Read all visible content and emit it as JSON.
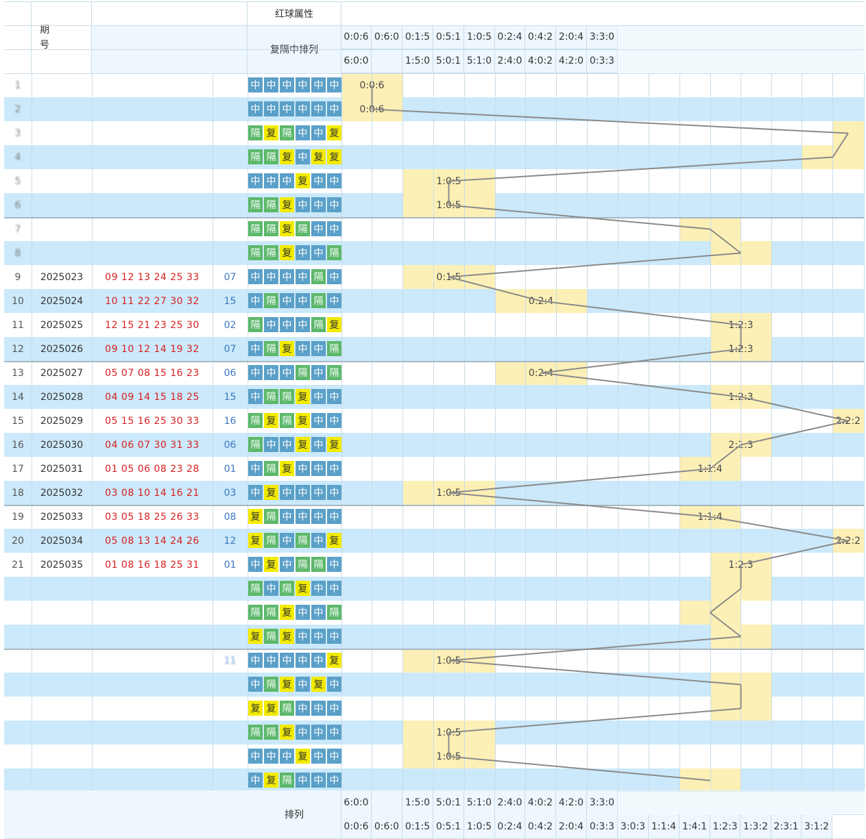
{
  "header": {
    "group_title": "红球属性",
    "issue_label": "期号",
    "pattern_title": "复隔中排列",
    "bottom_pattern_title": "排列"
  },
  "ratio_columns": [
    "0:0:6",
    "0:6:0",
    "0:1:5",
    "0:5:1",
    "1:0:5",
    "0:2:4",
    "0:4:2",
    "2:0:4",
    "3:3:0",
    "3:0:3",
    "1:1:4",
    "1:4:1",
    "1:2:3",
    "1:3:2",
    "2:3:1",
    "3:1:2",
    "2:2:2"
  ],
  "top_header_row1": [
    "0:0:6",
    "0:6:0",
    "0:1:5",
    "0:5:1",
    "1:0:5",
    "0:2:4",
    "0:4:2",
    "2:0:4",
    "3:3:0"
  ],
  "top_header_row2": [
    "6:0:0",
    "",
    "1:5:0",
    "5:0:1",
    "5:1:0",
    "2:4:0",
    "4:0:2",
    "4:2:0",
    "0:3:3"
  ],
  "bottom_header_row1": [
    "6:0:0",
    "",
    "1:5:0",
    "5:0:1",
    "5:1:0",
    "2:4:0",
    "4:0:2",
    "4:2:0",
    "3:3:0"
  ],
  "bottom_header_row2": [
    "0:0:6",
    "0:6:0",
    "0:1:5",
    "0:5:1",
    "1:0:5",
    "0:2:4",
    "0:4:2",
    "2:0:4",
    "0:3:3",
    "3:0:3",
    "1:1:4",
    "1:4:1",
    "1:2:3",
    "1:3:2",
    "2:3:1",
    "3:1:2"
  ],
  "pattern_labels": {
    "z": "中",
    "g": "隔",
    "f": "复"
  },
  "rows": [
    {
      "n": "1",
      "issue": "",
      "reds": "",
      "blue": "",
      "pattern": "zzzzzz",
      "ratio": "0:0:6",
      "col": 0,
      "label": "0:0:6",
      "blurred": true
    },
    {
      "n": "2",
      "issue": "",
      "reds": "",
      "blue": "",
      "pattern": "zzzzzz",
      "ratio": "0:0:6",
      "col": 0,
      "label": "0:0:6",
      "blurred": true
    },
    {
      "n": "3",
      "issue": "",
      "reds": "",
      "blue": "",
      "pattern": "gfgzzf",
      "ratio": "",
      "col": 16,
      "label": "",
      "blurred": true
    },
    {
      "n": "4",
      "issue": "",
      "reds": "",
      "blue": "",
      "pattern": "ggfzff",
      "ratio": "",
      "col": 15,
      "label": "",
      "blurred": true
    },
    {
      "n": "5",
      "issue": "",
      "reds": "",
      "blue": "",
      "pattern": "zzzfzz",
      "ratio": "1:0:5",
      "col": 2,
      "label": "1:0:5",
      "blurred": true
    },
    {
      "n": "6",
      "issue": "",
      "reds": "",
      "blue": "",
      "pattern": "ggfzzz",
      "ratio": "1:0:5",
      "col": 2,
      "label": "1:0:5",
      "blurred": true
    },
    {
      "n": "7",
      "issue": "",
      "reds": "",
      "blue": "",
      "pattern": "ggfgzz",
      "ratio": "",
      "col": 11,
      "label": "",
      "blurred": true
    },
    {
      "n": "8",
      "issue": "",
      "reds": "",
      "blue": "",
      "pattern": "ggfzzg",
      "ratio": "",
      "col": 12,
      "label": "",
      "blurred": true
    },
    {
      "n": "9",
      "issue": "2025023",
      "reds": "09 12 13 24 25 33",
      "blue": "07",
      "pattern": "zzzzgz",
      "ratio": "0:1:5",
      "col": 2,
      "label": "0:1:5",
      "blurred": false
    },
    {
      "n": "10",
      "issue": "2025024",
      "reds": "10 11 22 27 30 32",
      "blue": "15",
      "pattern": "zgzzgz",
      "ratio": "0:2:4",
      "col": 5,
      "label": "0:2:4",
      "blurred": false
    },
    {
      "n": "11",
      "issue": "2025025",
      "reds": "12 15 21 23 25 30",
      "blue": "02",
      "pattern": "gzzzgf",
      "ratio": "1:2:3",
      "col": 12,
      "label": "1:2:3",
      "blurred": false
    },
    {
      "n": "12",
      "issue": "2025026",
      "reds": "09 10 12 14 19 32",
      "blue": "07",
      "pattern": "zgfzzg",
      "ratio": "1:2:3",
      "col": 12,
      "label": "1:2:3",
      "blurred": false
    },
    {
      "n": "13",
      "issue": "2025027",
      "reds": "05 07 08 15 16 23",
      "blue": "06",
      "pattern": "zzzgzg",
      "ratio": "0:2:4",
      "col": 5,
      "label": "0:2:4",
      "blurred": false
    },
    {
      "n": "14",
      "issue": "2025028",
      "reds": "04 09 14 15 18 25",
      "blue": "15",
      "pattern": "zggfzz",
      "ratio": "1:2:3",
      "col": 12,
      "label": "1:2:3",
      "blurred": false
    },
    {
      "n": "15",
      "issue": "2025029",
      "reds": "05 15 16 25 30 33",
      "blue": "16",
      "pattern": "gfgfzz",
      "ratio": "2:2:2",
      "col": 16,
      "label": "2:2:2",
      "blurred": false
    },
    {
      "n": "16",
      "issue": "2025030",
      "reds": "04 06 07 30 31 33",
      "blue": "06",
      "pattern": "gzzfzf",
      "ratio": "2:1:3",
      "col": 12,
      "label": "2:1:3",
      "blurred": false
    },
    {
      "n": "17",
      "issue": "2025031",
      "reds": "01 05 06 08 23 28",
      "blue": "01",
      "pattern": "zgfzzz",
      "ratio": "1:1:4",
      "col": 11,
      "label": "1:1:4",
      "blurred": false
    },
    {
      "n": "18",
      "issue": "2025032",
      "reds": "03 08 10 14 16 21",
      "blue": "03",
      "pattern": "zfzzzz",
      "ratio": "1:0:5",
      "col": 2,
      "label": "1:0:5",
      "blurred": false
    },
    {
      "n": "19",
      "issue": "2025033",
      "reds": "03 05 18 25 26 33",
      "blue": "08",
      "pattern": "fgzzzz",
      "ratio": "1:1:4",
      "col": 11,
      "label": "1:1:4",
      "blurred": false
    },
    {
      "n": "20",
      "issue": "2025034",
      "reds": "05 08 13 14 24 26",
      "blue": "12",
      "pattern": "fgzgzf",
      "ratio": "2:2:2",
      "col": 16,
      "label": "2:2:2",
      "blurred": false
    },
    {
      "n": "21",
      "issue": "2025035",
      "reds": "01 08 16 18 25 31",
      "blue": "01",
      "pattern": "zfzggz",
      "ratio": "1:2:3",
      "col": 12,
      "label": "1:2:3",
      "blurred": false
    },
    {
      "n": "",
      "issue": "",
      "reds": "",
      "blue": "",
      "pattern": "gzgfzz",
      "ratio": "",
      "col": 12,
      "label": "",
      "blurred": true
    },
    {
      "n": "",
      "issue": "",
      "reds": "",
      "blue": "",
      "pattern": "ggfzzg",
      "ratio": "",
      "col": 11,
      "label": "",
      "blurred": true
    },
    {
      "n": "",
      "issue": "",
      "reds": "",
      "blue": "",
      "pattern": "fgfzzz",
      "ratio": "",
      "col": 12,
      "label": "",
      "blurred": true
    },
    {
      "n": "",
      "issue": "",
      "reds": "",
      "blue": "11",
      "pattern": "zzzzzf",
      "ratio": "1:0:5",
      "col": 2,
      "label": "1:0:5",
      "blurred": true
    },
    {
      "n": "",
      "issue": "",
      "reds": "",
      "blue": "",
      "pattern": "zgfzfz",
      "ratio": "",
      "col": 12,
      "label": "",
      "blurred": true
    },
    {
      "n": "",
      "issue": "",
      "reds": "",
      "blue": "",
      "pattern": "ffgzzz",
      "ratio": "",
      "col": 12,
      "label": "",
      "blurred": true
    },
    {
      "n": "",
      "issue": "",
      "reds": "",
      "blue": "",
      "pattern": "ggfzzz",
      "ratio": "1:0:5",
      "col": 2,
      "label": "1:0:5",
      "blurred": true
    },
    {
      "n": "",
      "issue": "",
      "reds": "",
      "blue": "",
      "pattern": "zzzfzz",
      "ratio": "1:0:5",
      "col": 2,
      "label": "1:0:5",
      "blurred": true
    },
    {
      "n": "",
      "issue": "",
      "reds": "",
      "blue": "",
      "pattern": "zfgzzz",
      "ratio": "",
      "col": 11,
      "label": "",
      "blurred": true
    }
  ],
  "colors": {
    "zhong": "#5aa0c8",
    "ge": "#5cb86a",
    "fu": "#f2ea00",
    "row_blue": "#cbe9fa",
    "highlight": "#fdf0b6",
    "red_text": "#d81e1e",
    "blue_text": "#3a78c0"
  }
}
